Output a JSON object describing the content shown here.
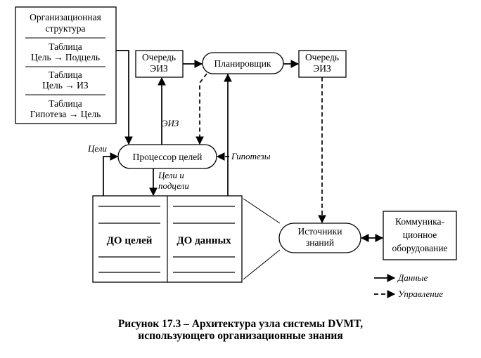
{
  "org_panel": {
    "title": [
      "Организационная",
      "структура"
    ],
    "tables": [
      [
        "Таблица",
        "Цель → Подцель"
      ],
      [
        "Таблица",
        "Цель → ИЗ"
      ],
      [
        "Таблица",
        "Гипотеза → Цель"
      ]
    ]
  },
  "nodes": {
    "queue_left": [
      "Очередь",
      "ЭИЗ"
    ],
    "scheduler": "Планировщик",
    "queue_right": [
      "Очередь",
      "ЭИЗ"
    ],
    "goal_processor": "Процессор целей",
    "knowledge_sources": [
      "Источники",
      "знаний"
    ],
    "comm_equipment": [
      "Коммуника-",
      "ционное",
      "оборудование"
    ]
  },
  "edge_labels": {
    "eiz": "ЭИЗ",
    "goals": "Цели",
    "hypotheses": "Гипотезы",
    "goals_subgoals": [
      "Цели и",
      "подцели"
    ]
  },
  "databases": {
    "goals_db": "ДО целей",
    "data_db": "ДО данных"
  },
  "legend": {
    "data": "Данные",
    "control": "Управление"
  },
  "caption": [
    "Рисунок 17.3 – Архитектура узла системы DVMT,",
    "использующего организационные знания"
  ]
}
